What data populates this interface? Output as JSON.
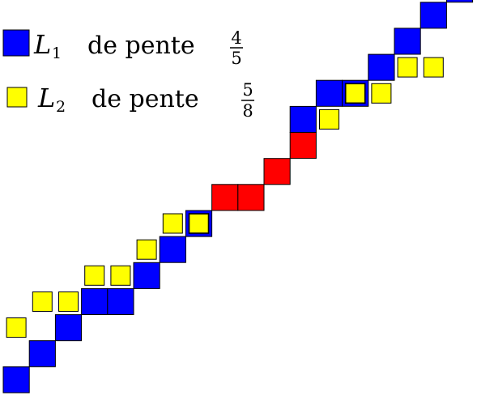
{
  "legend": {
    "items": [
      {
        "symbol": "L",
        "subscript": "1",
        "text": "de pente",
        "numerator": "4",
        "denominator": "5",
        "color": "#0000ff"
      },
      {
        "symbol": "L",
        "subscript": "2",
        "text": "de pente",
        "numerator": "5",
        "denominator": "8",
        "color": "#ffff00"
      }
    ]
  },
  "colors": {
    "blue": "#0000ff",
    "yellow": "#ffff00",
    "red": "#ff0000",
    "outline": "#000000"
  },
  "grid": {
    "blue_cells": [
      [
        0,
        0
      ],
      [
        1,
        1
      ],
      [
        2,
        2
      ],
      [
        3,
        3
      ],
      [
        4,
        3
      ],
      [
        5,
        4
      ],
      [
        6,
        5
      ],
      [
        7,
        6
      ],
      [
        11,
        10
      ],
      [
        12,
        11
      ],
      [
        13,
        11
      ],
      [
        14,
        12
      ],
      [
        15,
        13
      ],
      [
        16,
        14
      ],
      [
        17,
        15
      ]
    ],
    "red_cells": [
      [
        8,
        7
      ],
      [
        9,
        7
      ],
      [
        10,
        8
      ],
      [
        11,
        9
      ]
    ],
    "yellow_cells": [
      [
        0,
        2
      ],
      [
        1,
        3
      ],
      [
        2,
        3
      ],
      [
        3,
        4
      ],
      [
        4,
        4
      ],
      [
        5,
        5
      ],
      [
        6,
        6
      ],
      [
        7,
        6
      ],
      [
        12,
        10
      ],
      [
        13,
        11
      ],
      [
        14,
        11
      ],
      [
        15,
        12
      ],
      [
        16,
        12
      ]
    ],
    "overlap_cells": [
      [
        7,
        6
      ],
      [
        13,
        11
      ]
    ]
  }
}
